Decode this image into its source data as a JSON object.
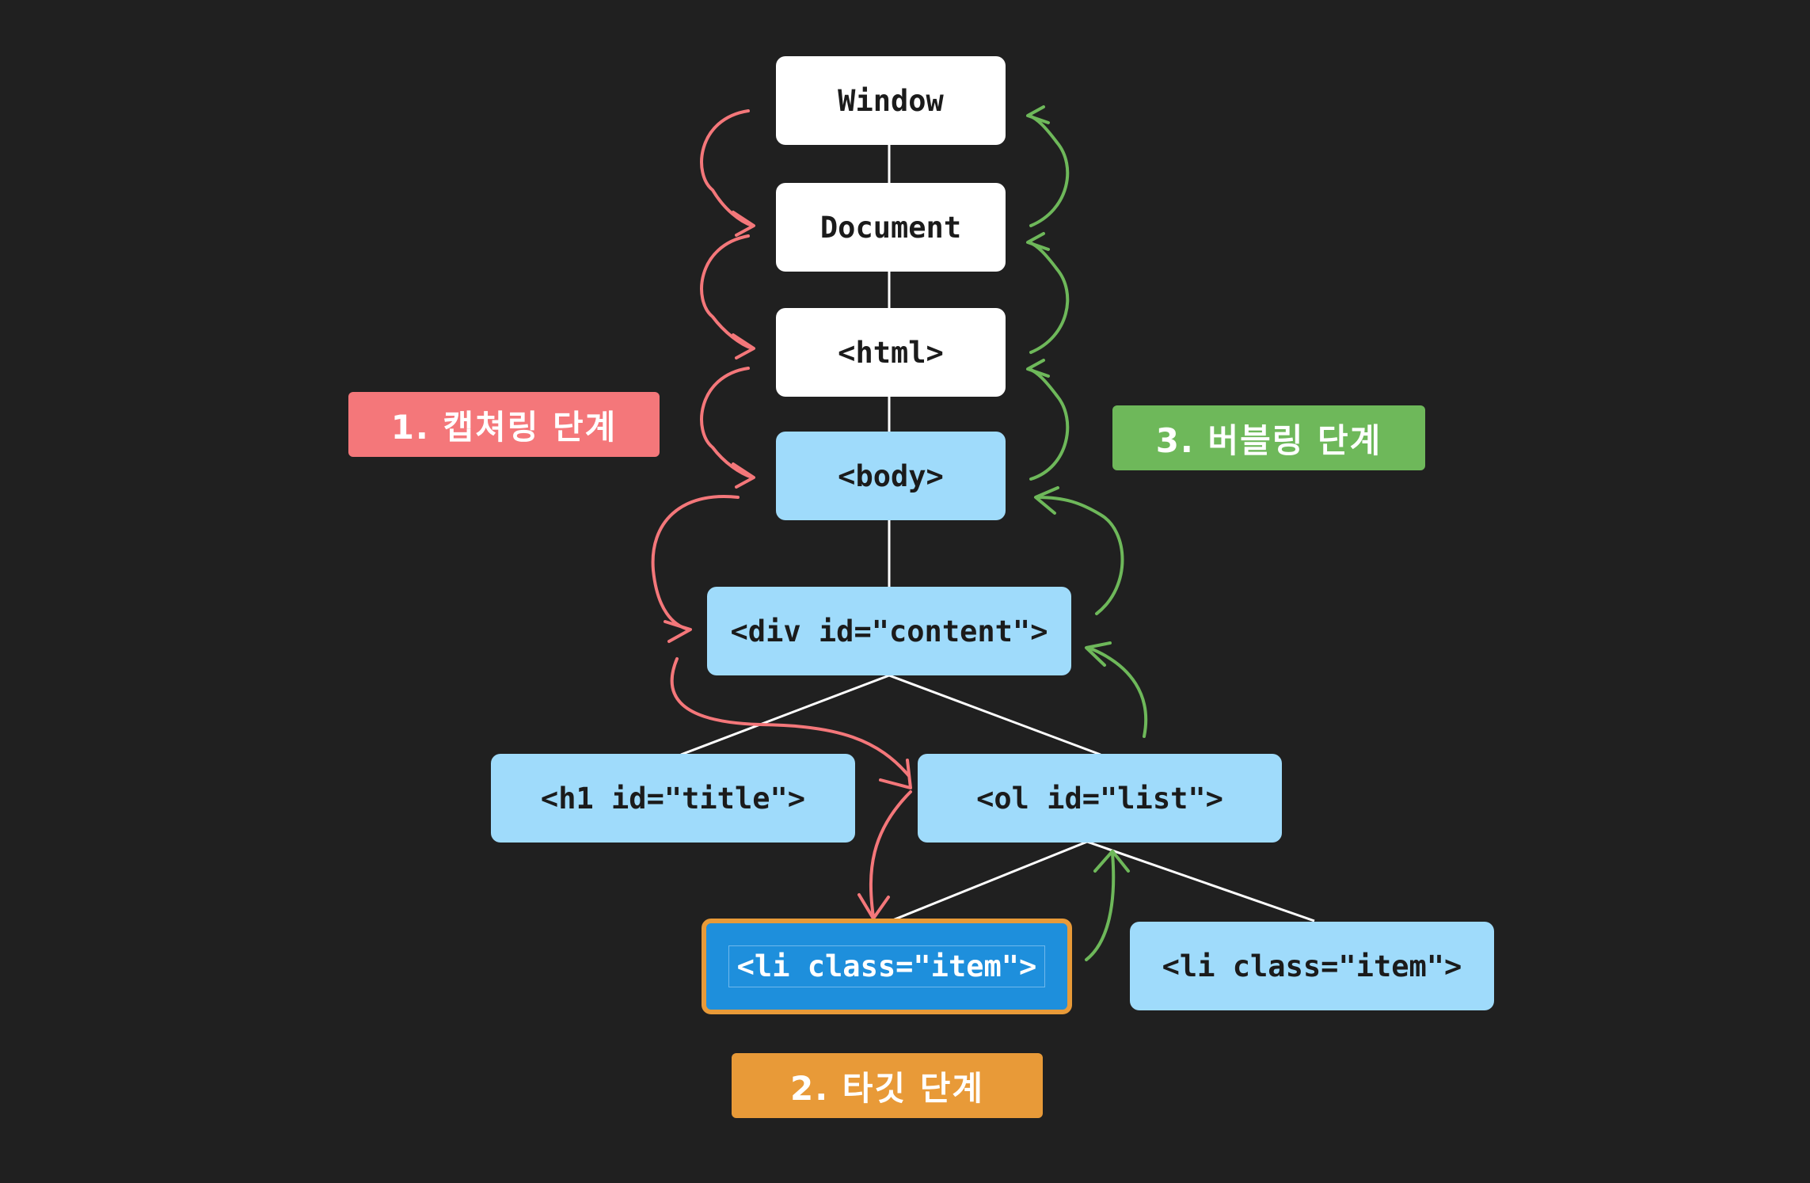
{
  "nodes": {
    "window": "Window",
    "document": "Document",
    "html": "<html>",
    "body": "<body>",
    "div": "<div id=\"content\">",
    "h1": "<h1 id=\"title\">",
    "ol": "<ol id=\"list\">",
    "li_target": "<li class=\"item\">",
    "li_other": "<li class=\"item\">"
  },
  "phases": {
    "capturing": "1. 캡쳐링 단계",
    "target": "2. 타깃 단계",
    "bubbling": "3. 버블링 단계"
  },
  "colors": {
    "background": "#202020",
    "node_white": "#ffffff",
    "node_blue": "#9fdbfb",
    "target_fill": "#1e8fdc",
    "target_border": "#e89a38",
    "capturing": "#f4777a",
    "bubbling": "#6eb85a",
    "target_label": "#e89a38",
    "connector": "#ffffff"
  }
}
